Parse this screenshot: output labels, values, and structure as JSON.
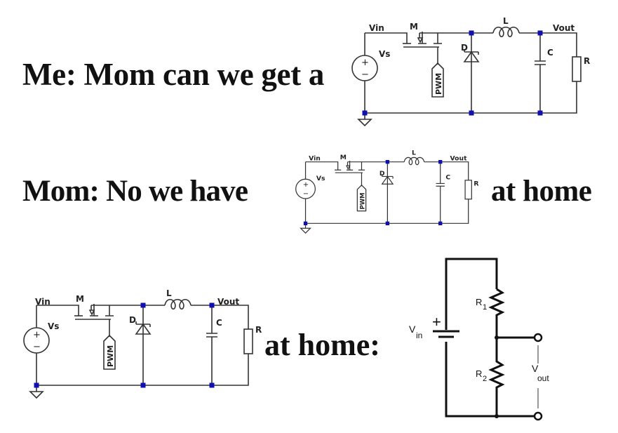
{
  "meme": {
    "panel1": {
      "caption": "Me: Mom can we get a"
    },
    "panel2": {
      "caption_before": "Mom: No we have",
      "caption_after": "at home"
    },
    "panel3": {
      "caption": "at home:"
    }
  },
  "buck_converter": {
    "labels": {
      "vin": "Vin",
      "mosfet": "M",
      "source": "Vs",
      "pwm": "PWM",
      "diode": "D",
      "inductor": "L",
      "capacitor": "C",
      "vout": "Vout",
      "resistor": "R",
      "plus": "+",
      "minus": "−"
    },
    "node_color": "#1010b0"
  },
  "voltage_divider": {
    "labels": {
      "vin_main": "V",
      "vin_sub": "in",
      "plus": "+",
      "r1_main": "R",
      "r1_sub": "1",
      "r2_main": "R",
      "r2_sub": "2",
      "vout_main": "V",
      "vout_sub": "out"
    }
  }
}
